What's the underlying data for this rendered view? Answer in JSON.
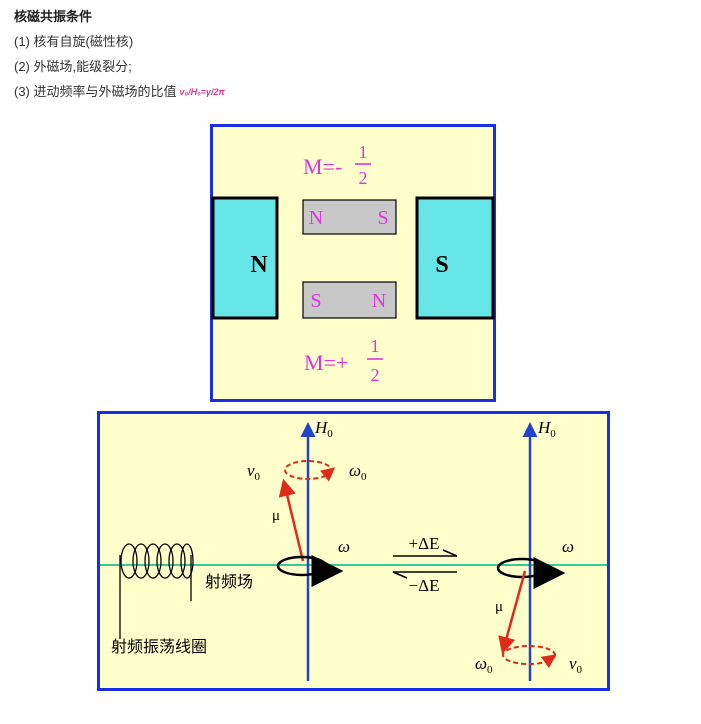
{
  "heading": "核磁共振条件",
  "conditions": [
    {
      "text": "(1) 核有自旋(磁性核)"
    },
    {
      "text": "(2) 外磁场,能级裂分;"
    },
    {
      "text": "(3) 进动频率与外磁场的比值",
      "formula": "ν₀/H₀=γ/2π"
    }
  ],
  "figure1": {
    "state_top": {
      "label": "M=-",
      "num": "1",
      "den": "2"
    },
    "state_bottom": {
      "label": "M=+",
      "num": "1",
      "den": "2"
    },
    "magnet_left": "N",
    "magnet_right": "S",
    "bar_top": {
      "left": "N",
      "right": "S"
    },
    "bar_bottom": {
      "left": "S",
      "right": "N"
    }
  },
  "figure2": {
    "field_label": "H",
    "field_sub": "0",
    "nu_label": "ν",
    "nu_sub": "0",
    "omega0_label": "ω",
    "omega0_sub": "0",
    "omega_label": "ω",
    "mu_label": "μ",
    "plus_delta_e": "+ΔE",
    "minus_delta_e": "−ΔE",
    "rf_field_label": "射频场",
    "rf_coil_label": "射频振荡线圈"
  },
  "colors": {
    "border_blue": "#1a2ee6",
    "panel_bg": "#ffffcc",
    "magnet_cyan": "#66e6e6",
    "bar_gray": "#c8c8c8",
    "magenta": "#e033e0",
    "precession_red": "#e02a1a",
    "rf_line_green": "#33cc99",
    "field_arrow_blue": "#2244cc"
  }
}
